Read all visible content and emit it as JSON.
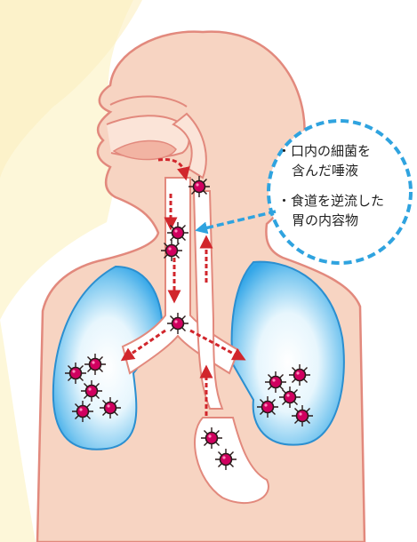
{
  "callout": {
    "items": [
      {
        "line1": "・口内の細菌を",
        "line2": "含んだ唾液"
      },
      {
        "line1": "・食道を逆流した",
        "line2": "胃の内容物"
      }
    ]
  },
  "colors": {
    "background_blob": "#fdf7d9",
    "body_fill": "#f7d4c2",
    "body_outline": "#e2897d",
    "lung_blue": "#33a6e8",
    "lung_light": "#e7f6fd",
    "bacteria": "#d0005f",
    "arrow_red": "#d1262c",
    "callout_border": "#2fa3df"
  },
  "icons": {
    "bacteria": "bacteria-icon",
    "arrow": "dashed-arrow"
  }
}
